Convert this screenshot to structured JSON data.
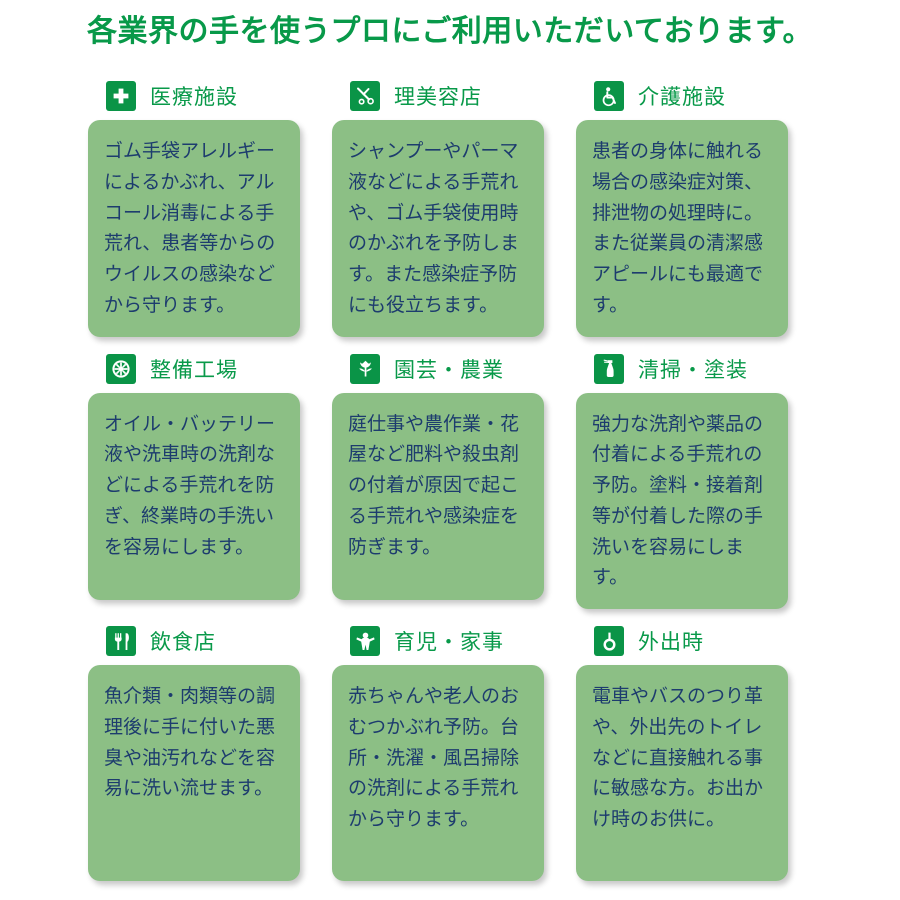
{
  "title": "各業界の手を使うプロにご利用いただいております。",
  "colors": {
    "title_green": "#089949",
    "icon_badge_green": "#0a9447",
    "card_background_green": "#8cbf85",
    "card_text_navy": "#1d3c6e",
    "page_background": "#ffffff"
  },
  "cards": [
    {
      "icon": "medical-cross-icon",
      "label": "医療施設",
      "body": "ゴム手袋アレルギーによるかぶれ、アルコール消毒による手荒れ、患者等からのウイルスの感染などから守ります。"
    },
    {
      "icon": "scissors-icon",
      "label": "理美容店",
      "body": "シャンプーやパーマ液などによる手荒れや、ゴム手袋使用時のかぶれを予防します。また感染症予防にも役立ちます。"
    },
    {
      "icon": "wheelchair-icon",
      "label": "介護施設",
      "body": "患者の身体に触れる場合の感染症対策、排泄物の処理時に。また従業員の清潔感アピールにも最適です。"
    },
    {
      "icon": "tire-wheel-icon",
      "label": "整備工場",
      "body": "オイル・バッテリー液や洗車時の洗剤などによる手荒れを防ぎ、終業時の手洗いを容易にします。"
    },
    {
      "icon": "tulip-flower-icon",
      "label": "園芸・農業",
      "body": "庭仕事や農作業・花屋など肥料や殺虫剤の付着が原因で起こる手荒れや感染症を防ぎます。"
    },
    {
      "icon": "spray-bottle-icon",
      "label": "清掃・塗装",
      "body": "強力な洗剤や薬品の付着による手荒れの予防。塗料・接着剤等が付着した際の手洗いを容易にします。"
    },
    {
      "icon": "fork-knife-icon",
      "label": "飲食店",
      "body": "魚介類・肉類等の調理後に手に付いた悪臭や油汚れなどを容易に洗い流せます。"
    },
    {
      "icon": "child-figure-icon",
      "label": "育児・家事",
      "body": "赤ちゃんや老人のおむつかぶれ予防。台所・洗濯・風呂掃除の洗剤による手荒れから守ります。"
    },
    {
      "icon": "hanging-strap-icon",
      "label": "外出時",
      "body": "電車やバスのつり革や、外出先のトイレなどに直接触れる事に敏感な方。お出かけ時のお供に。"
    }
  ]
}
